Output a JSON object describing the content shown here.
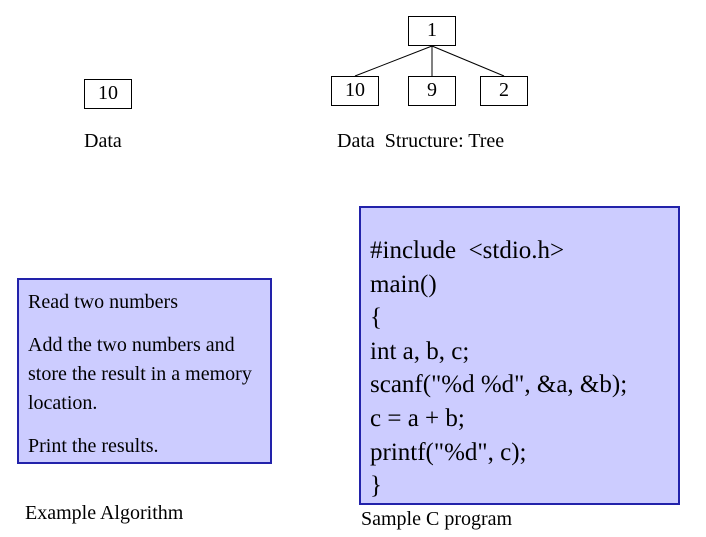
{
  "left_node": {
    "value": "10",
    "caption": "Data"
  },
  "tree": {
    "root": "1",
    "children": [
      "10",
      "9",
      "2"
    ],
    "caption": "Data  Structure: Tree"
  },
  "algorithm": {
    "steps": [
      "Read two numbers",
      "Add the two numbers and store the result in a memory location.",
      "Print the results."
    ],
    "caption": "Example Algorithm"
  },
  "program": {
    "lines": [
      "#include  <stdio.h>",
      "main()",
      "{",
      "int a, b, c;",
      "scanf(\"%d %d\", &a, &b);",
      "c = a + b;",
      "printf(\"%d\", c);",
      "}"
    ],
    "caption": "Sample C program"
  },
  "colors": {
    "panel_fill": "#ccccff",
    "panel_border": "#2222aa"
  }
}
